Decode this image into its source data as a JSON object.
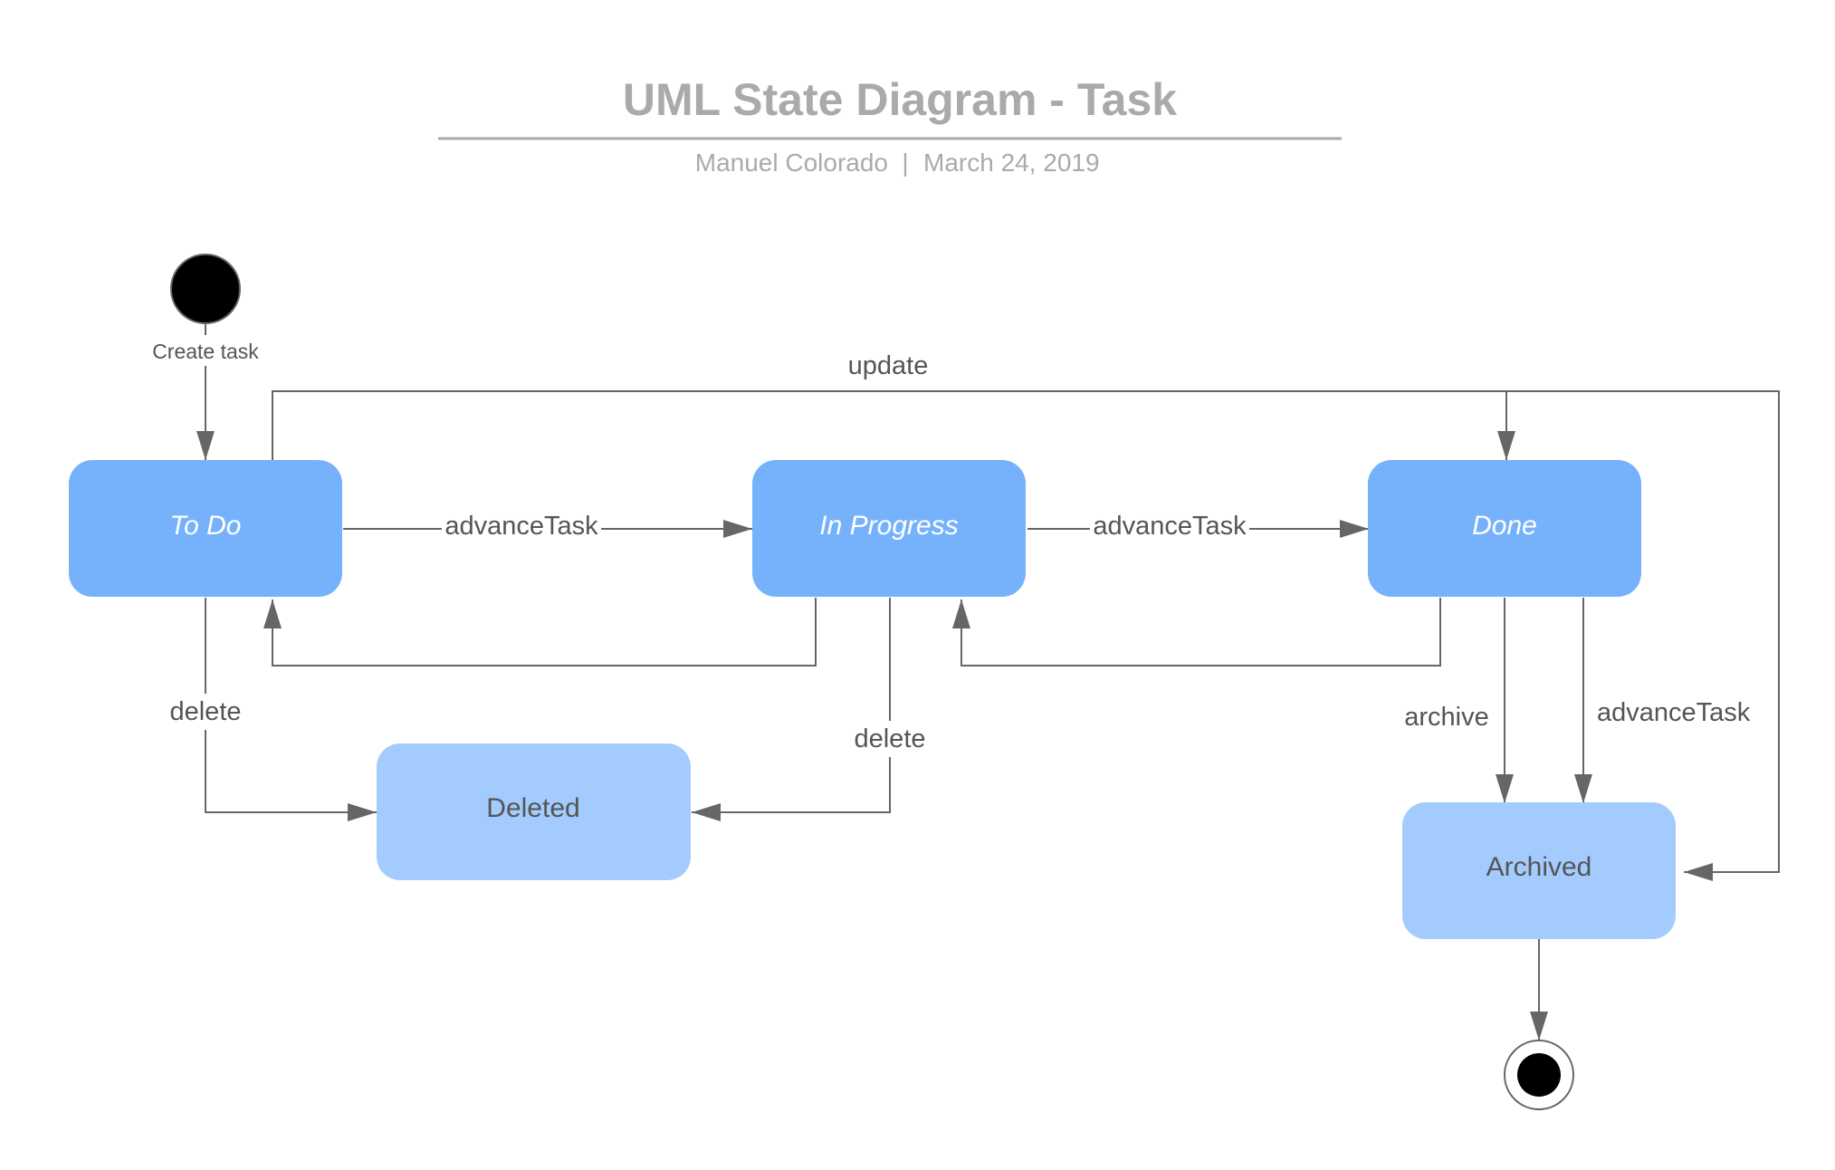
{
  "header": {
    "title": "UML State Diagram - Task",
    "author": "Manuel Colorado",
    "separator": "|",
    "date": "March 24, 2019"
  },
  "states": {
    "todo": {
      "label": "To Do"
    },
    "in_progress": {
      "label": "In Progress"
    },
    "done": {
      "label": "Done"
    },
    "deleted": {
      "label": "Deleted"
    },
    "archived": {
      "label": "Archived"
    }
  },
  "transitions": {
    "create": "Create task",
    "update": "update",
    "todo_to_progress": "advanceTask",
    "progress_to_done": "advanceTask",
    "todo_delete": "delete",
    "progress_delete": "delete",
    "done_archive": "archive",
    "done_advance": "advanceTask"
  },
  "colors": {
    "active_state": "#76b2fc",
    "terminal_state": "#a3cbfd",
    "line": "#666666",
    "header_text": "#aaaaaa",
    "state_text_active": "#ffffff",
    "state_text_terminal": "#555555"
  }
}
